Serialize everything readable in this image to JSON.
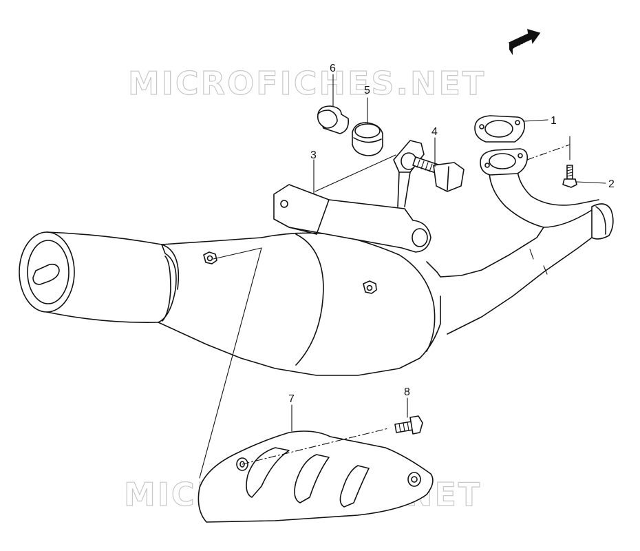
{
  "diagram": {
    "direction_badge": "FWD",
    "watermark": "MICROFICHES.NET",
    "callouts": [
      "1",
      "2",
      "3",
      "4",
      "5",
      "6",
      "7",
      "8"
    ]
  }
}
